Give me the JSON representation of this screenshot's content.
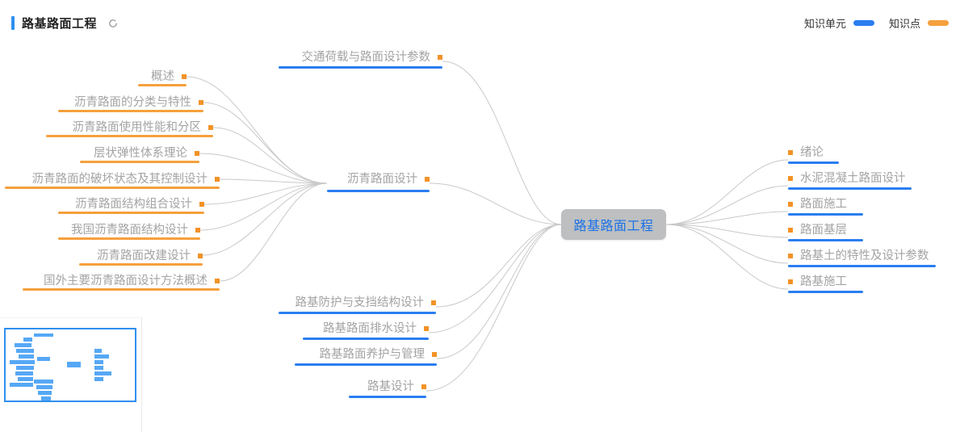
{
  "header": {
    "title": "路基路面工程",
    "refresh_icon": "refresh-icon",
    "legend": [
      {
        "label": "知识单元",
        "color": "#2a7ef0",
        "type": "unit"
      },
      {
        "label": "知识点",
        "color": "#f5a03d",
        "type": "point"
      }
    ]
  },
  "mindmap": {
    "center": {
      "label": "路基路面工程",
      "bg": "#bdbfc1",
      "text_color": "#1b72e8"
    },
    "branch_hub": {
      "label": "沥青路面设计",
      "line_color": "#2a7ef0",
      "bullet_color": "#f39227"
    },
    "left_unit_nodes": [
      {
        "label": "交通荷载与路面设计参数",
        "line_color": "#2a7ef0"
      },
      {
        "label": "路基防护与支挡结构设计",
        "line_color": "#2a7ef0"
      },
      {
        "label": "路基路面排水设计",
        "line_color": "#2a7ef0"
      },
      {
        "label": "路基路面养护与管理",
        "line_color": "#2a7ef0"
      },
      {
        "label": "路基设计",
        "line_color": "#2a7ef0"
      }
    ],
    "left_point_nodes": [
      {
        "label": "概述",
        "line_color": "#f5a03d"
      },
      {
        "label": "沥青路面的分类与特性",
        "line_color": "#f5a03d"
      },
      {
        "label": "沥青路面使用性能和分区",
        "line_color": "#f5a03d"
      },
      {
        "label": "层状弹性体系理论",
        "line_color": "#f5a03d"
      },
      {
        "label": "沥青路面的破坏状态及其控制设计",
        "line_color": "#f5a03d"
      },
      {
        "label": "沥青路面结构组合设计",
        "line_color": "#f5a03d"
      },
      {
        "label": "我国沥青路面结构设计",
        "line_color": "#f5a03d"
      },
      {
        "label": "沥青路面改建设计",
        "line_color": "#f5a03d"
      },
      {
        "label": "国外主要沥青路面设计方法概述",
        "line_color": "#f5a03d"
      }
    ],
    "right_nodes": [
      {
        "label": "绪论",
        "line_color": "#2a7ef0"
      },
      {
        "label": "水泥混凝土路面设计",
        "line_color": "#2a7ef0"
      },
      {
        "label": "路面施工",
        "line_color": "#2a7ef0"
      },
      {
        "label": "路面基层",
        "line_color": "#2a7ef0"
      },
      {
        "label": "路基土的特性及设计参数",
        "line_color": "#2a7ef0"
      },
      {
        "label": "路基施工",
        "line_color": "#2a7ef0"
      }
    ]
  },
  "minimap": {
    "name": "minimap-panel",
    "viewport_color": "#2f8fef",
    "node_color": "#56a8f5"
  }
}
